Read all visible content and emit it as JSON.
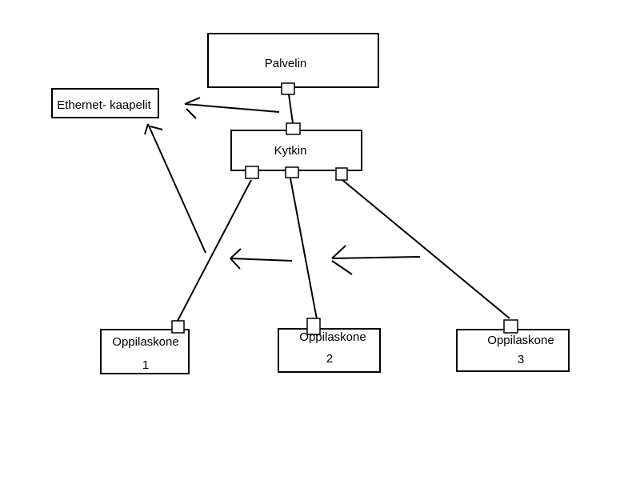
{
  "nodes": {
    "server": {
      "label": "Palvelin"
    },
    "switch": {
      "label": "Kytkin"
    },
    "cable_label": {
      "label": "Ethernet- kaapelit"
    },
    "student1": {
      "line1": "Oppilaskone",
      "line2": "1"
    },
    "student2": {
      "line1": "Oppilaskone",
      "line2": "2"
    },
    "student3": {
      "line1": "Oppilaskone",
      "line2": "3"
    }
  },
  "colors": {
    "stroke": "#000000",
    "background": "#ffffff"
  }
}
